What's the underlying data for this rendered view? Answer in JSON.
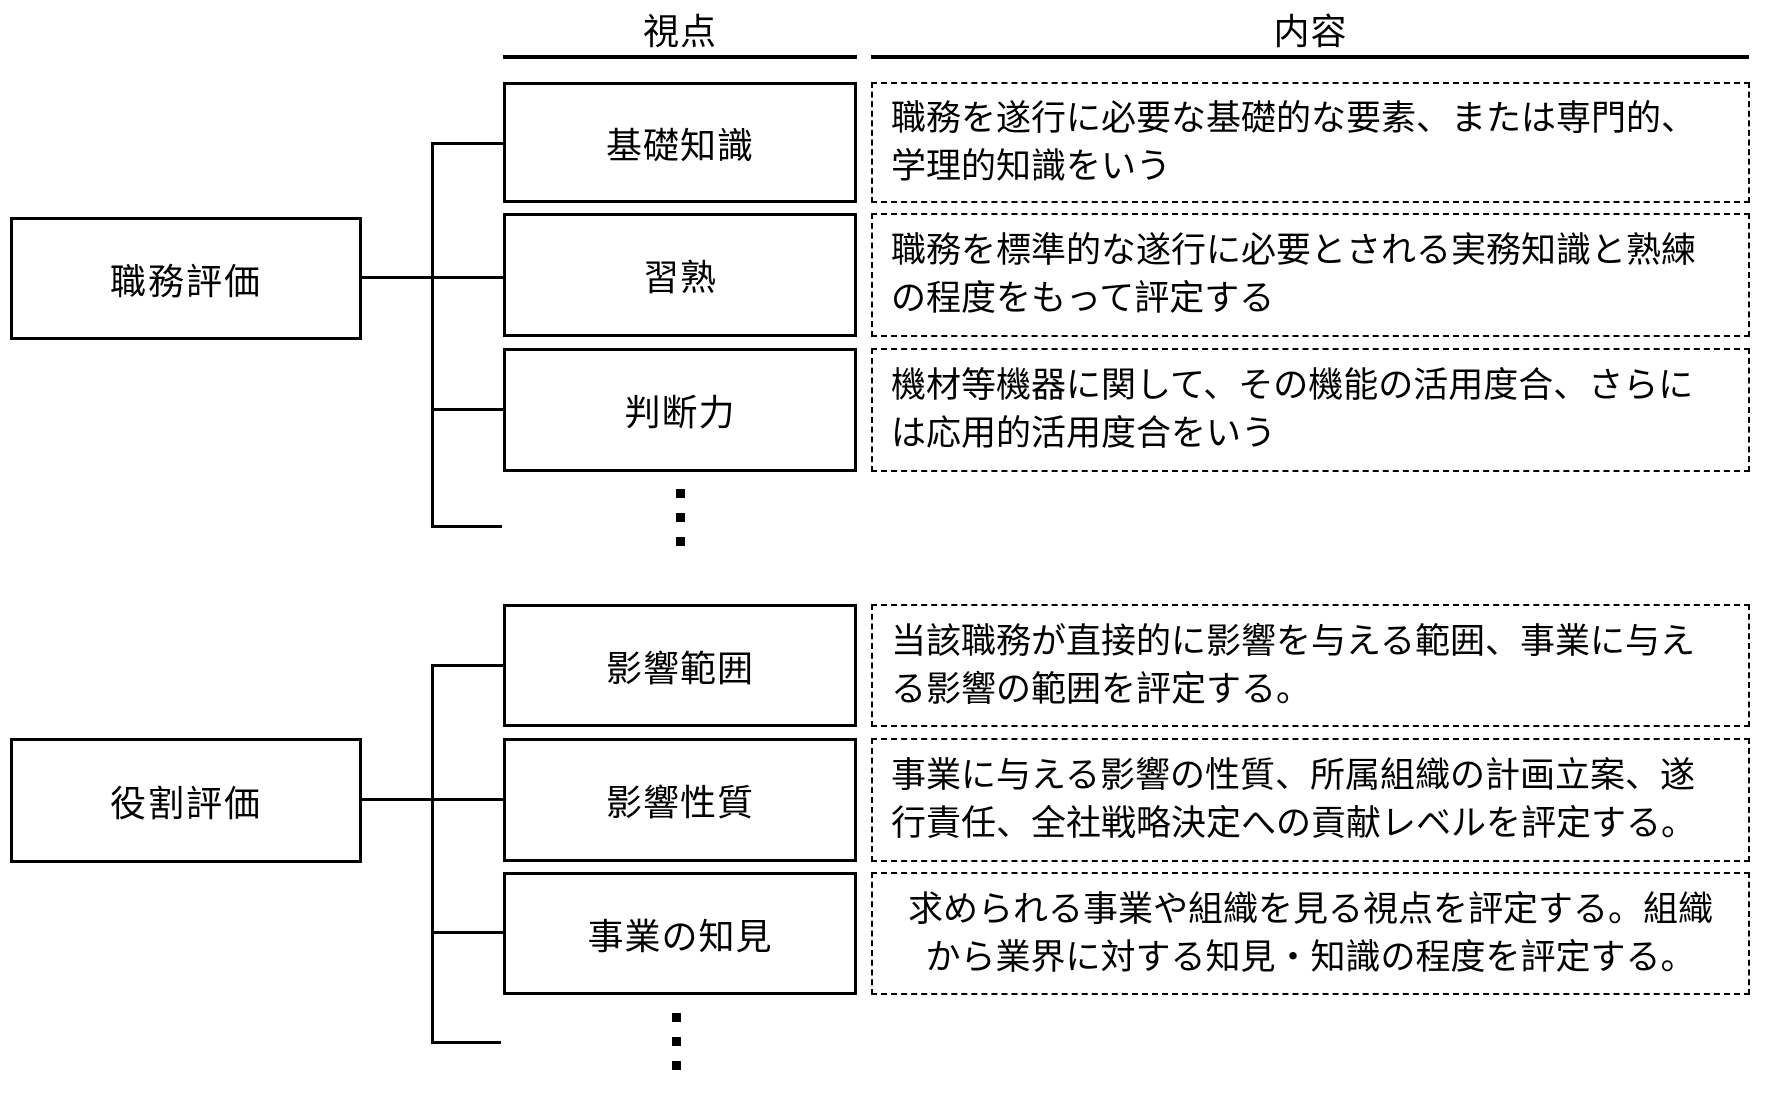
{
  "headers": {
    "viewpoint": "視点",
    "content": "内容"
  },
  "groups": [
    {
      "root": "職務評価",
      "rows": [
        {
          "label": "基礎知識",
          "desc": "職務を遂行に必要な基礎的な要素、または専門的、学理的知識をいう"
        },
        {
          "label": "習熟",
          "desc": "職務を標準的な遂行に必要とされる実務知識と熟練の程度をもって評定する"
        },
        {
          "label": "判断力",
          "desc": "機材等機器に関して、その機能の活用度合、さらには応用的活用度合をいう"
        }
      ],
      "ellipsis": "⋮"
    },
    {
      "root": "役割評価",
      "rows": [
        {
          "label": "影響範囲",
          "desc": "当該職務が直接的に影響を与える範囲、事業に与える影響の範囲を評定する。"
        },
        {
          "label": "影響性質",
          "desc": "事業に与える影響の性質、所属組織の計画立案、遂行責任、全社戦略決定への貢献レベルを評定する。"
        },
        {
          "label": "事業の知見",
          "desc": "求められる事業や組織を見る視点を評定する。組織から業界に対する知見・知識の程度を評定する。"
        }
      ],
      "ellipsis": "⋮"
    }
  ],
  "colors": {
    "line": "#000000",
    "text": "#000000",
    "background": "#ffffff"
  }
}
